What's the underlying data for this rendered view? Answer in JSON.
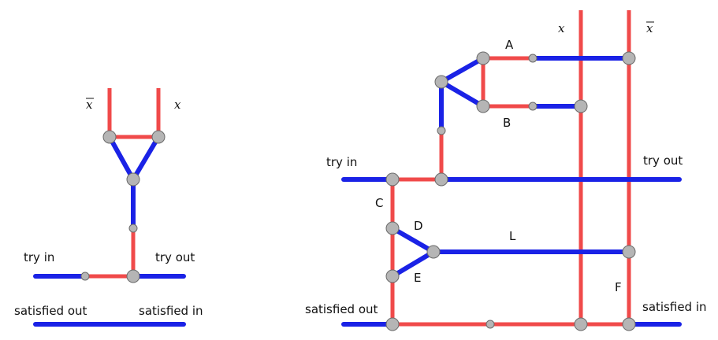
{
  "colors": {
    "red": "#f04a4a",
    "blue": "#1a22e6",
    "node": "#b5b5b5",
    "node_stroke": "#6a6a6a"
  },
  "left": {
    "var_xbar": "x",
    "var_x": "x",
    "try_in": "try in",
    "try_out": "try out",
    "satisfied_out": "satisfied out",
    "satisfied_in": "satisfied in"
  },
  "right": {
    "var_x": "x",
    "var_xbar": "x",
    "try_in": "try in",
    "try_out": "try out",
    "satisfied_out": "satisfied out",
    "satisfied_in": "satisfied in",
    "labels": {
      "A": "A",
      "B": "B",
      "C": "C",
      "D": "D",
      "E": "E",
      "F": "F",
      "L": "L"
    }
  }
}
